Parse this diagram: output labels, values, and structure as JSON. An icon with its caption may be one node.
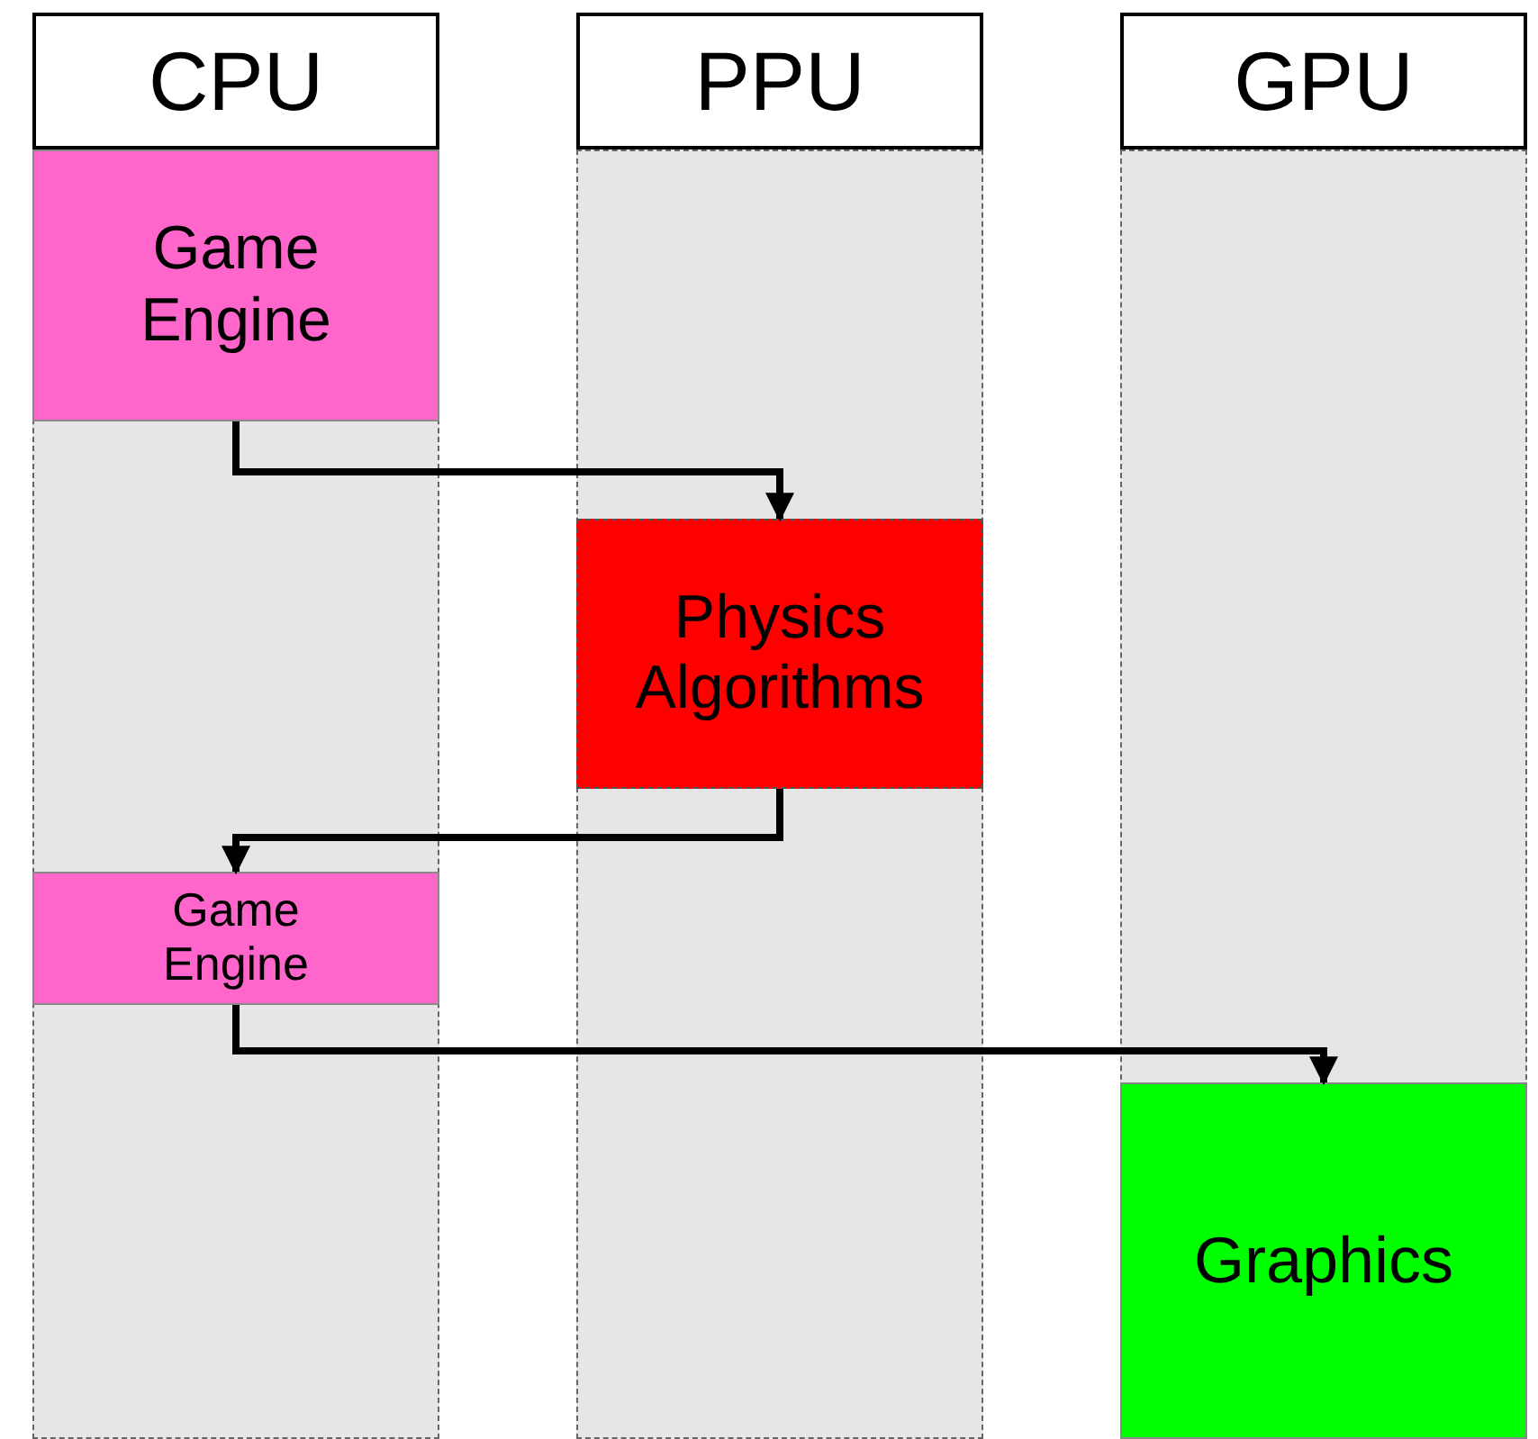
{
  "diagram": {
    "nodes": [
      {
        "text": [
          "CPU"
        ]
      },
      {
        "text": [
          "Game Engine"
        ],
        "in": 0
      },
      {
        "text": [
          "PPU"
        ]
      },
      {
        "text": [
          "Physics Algorithms"
        ],
        "in": 2
      },
      {
        "text": [
          "Game Engine"
        ],
        "in": 0
      },
      {
        "text": [
          "GPU"
        ]
      },
      {
        "text": [
          "Graphics"
        ],
        "in": 5
      }
    ],
    "edges": [
      {
        "from": 1,
        "to": 3,
        "arrow": "to"
      },
      {
        "from": 3,
        "to": 4,
        "arrow": "to"
      },
      {
        "from": 4,
        "to": 6,
        "arrow": "to"
      }
    ]
  }
}
